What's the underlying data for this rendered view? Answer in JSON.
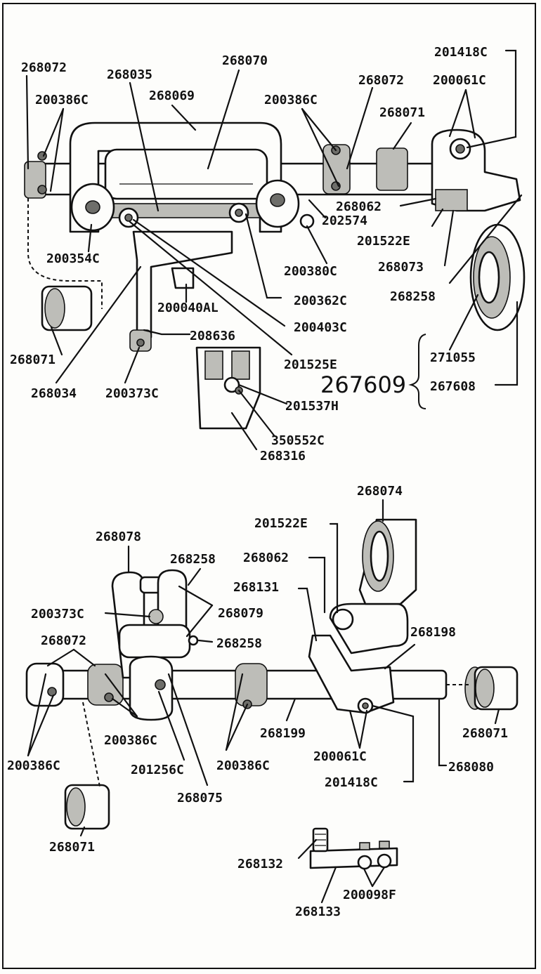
{
  "title": "",
  "labels": {
    "t_268072_a": "268072",
    "t_268035": "268035",
    "t_268070": "268070",
    "t_201418C_a": "201418C",
    "t_268069": "268069",
    "t_200386C_a": "200386C",
    "t_200386C_b": "200386C",
    "t_268072_b": "268072",
    "t_200061C_a": "200061C",
    "t_268071_a": "268071",
    "t_268062_a": "268062",
    "t_202574": "202574",
    "t_201522E_a": "201522E",
    "t_200354C": "200354C",
    "t_200380C": "200380C",
    "t_268073": "268073",
    "t_200362C": "200362C",
    "t_268258_a": "268258",
    "t_200040AL": "200040AL",
    "t_200403C": "200403C",
    "t_208636": "208636",
    "t_268071_b": "268071",
    "t_201525E": "201525E",
    "t_271055": "271055",
    "t_268034": "268034",
    "t_200373C_a": "200373C",
    "t_267609": "267609",
    "t_267608": "267608",
    "t_201537H": "201537H",
    "t_350552C": "350552C",
    "t_268316": "268316",
    "t_268074": "268074",
    "t_201522E_b": "201522E",
    "t_268078": "268078",
    "t_268258_b": "268258",
    "t_268062_b": "268062",
    "t_268131": "268131",
    "t_200373C_b": "200373C",
    "t_268079": "268079",
    "t_268072_c": "268072",
    "t_268258_c": "268258",
    "t_268198": "268198",
    "t_268071_c": "268071",
    "t_200386C_c": "200386C",
    "t_268199": "268199",
    "t_200386C_d": "200386C",
    "t_200061C_b": "200061C",
    "t_268080": "268080",
    "t_201256C": "201256C",
    "t_200386C_e": "200386C",
    "t_201418C_b": "201418C",
    "t_268075": "268075",
    "t_268071_d": "268071",
    "t_268132": "268132",
    "t_200098F": "200098F",
    "t_268133": "268133"
  }
}
